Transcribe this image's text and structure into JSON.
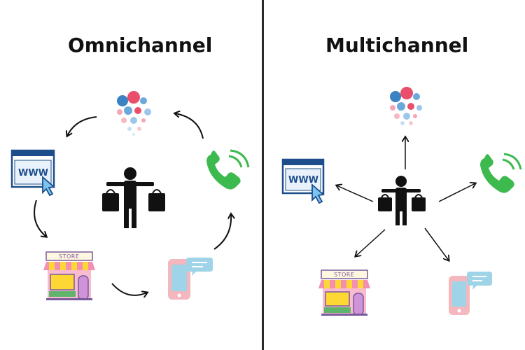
{
  "omnichannel": {
    "title": "Omnichannel"
  },
  "multichannel": {
    "title": "Multichannel"
  },
  "labels": {
    "store_sign": "STORE",
    "web_text": "WWW"
  },
  "icons": [
    "social-reactions-icon",
    "web-browser-icon",
    "store-icon",
    "mobile-chat-icon",
    "phone-call-icon",
    "shopper-icon"
  ],
  "colors": {
    "phone": "#3dba4e",
    "browser": "#1d4d8a",
    "awning_pink": "#f48fb1",
    "awning_yellow": "#fdd835",
    "mobile": "#f3b7bd",
    "chat": "#9fd4e8"
  }
}
